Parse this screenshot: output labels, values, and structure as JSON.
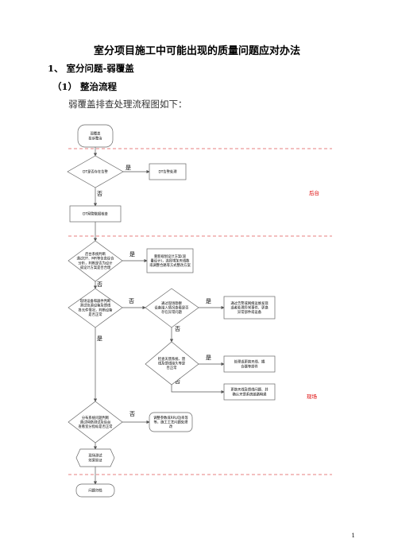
{
  "doc": {
    "title": "室分项目施工中可能出现的质量问题应对办法",
    "section": "1、 室分问题-弱覆盖",
    "subsection": "（1）  整治流程",
    "paragraph": "弱覆盖排查处理流程图如下：",
    "page_number": "1"
  },
  "flow": {
    "zones": {
      "backend": "后台",
      "site": "现场"
    },
    "branch_yes": "是",
    "branch_no": "否",
    "nodes": {
      "start": [
        "弱覆盖",
        "投诉整治"
      ],
      "q_drive_test": [
        "DT是否存在告警"
      ],
      "dt_alarm": [
        "DT告警处理"
      ],
      "dt_analysis": [
        "DT网管数据核查"
      ],
      "q_backend_judge": [
        "后台系统判断",
        "通过DT、MR等信息综合",
        "分析，判断是否为设计",
        "或设计方案是否合理"
      ],
      "redesign": [
        "重新规划设计方案(容",
        "量设计)，选择增加天线数",
        "或调整合路等方式整改方案"
      ],
      "q_equipment": [
        "现场设备和器件判断",
        "测试信源设备及馈线",
        "各元件情况，判断设备",
        "是否正常"
      ],
      "q_interference": [
        "通过现场勘察",
        "设备接入情况查看是否",
        "存在异常问题"
      ],
      "fix_equipment": [
        "通过告警或网络运维发现",
        "或者处理异常事件、更换",
        "异常部件或设备"
      ],
      "q_antenna": [
        "检查天馈系统、馈",
        "线及馈线接头等是",
        "否正常"
      ],
      "fix_antenna": [
        "处理或更换天线、耦",
        "合器等部件"
      ],
      "fix_feeder": [
        "更换天线及馈线问题、并",
        "确认天馈系统链路畅通"
      ],
      "q_rf_test": [
        "分布系统问题判断",
        "通过网络测试及后台",
        "查看室分指标是否正常"
      ],
      "optimize": [
        "调整参数或RRU功率等",
        "等，施工工艺问题处理",
        "改"
      ],
      "verify": [
        "现场测试",
        "效果验证"
      ],
      "end": [
        "问题归档"
      ]
    }
  }
}
